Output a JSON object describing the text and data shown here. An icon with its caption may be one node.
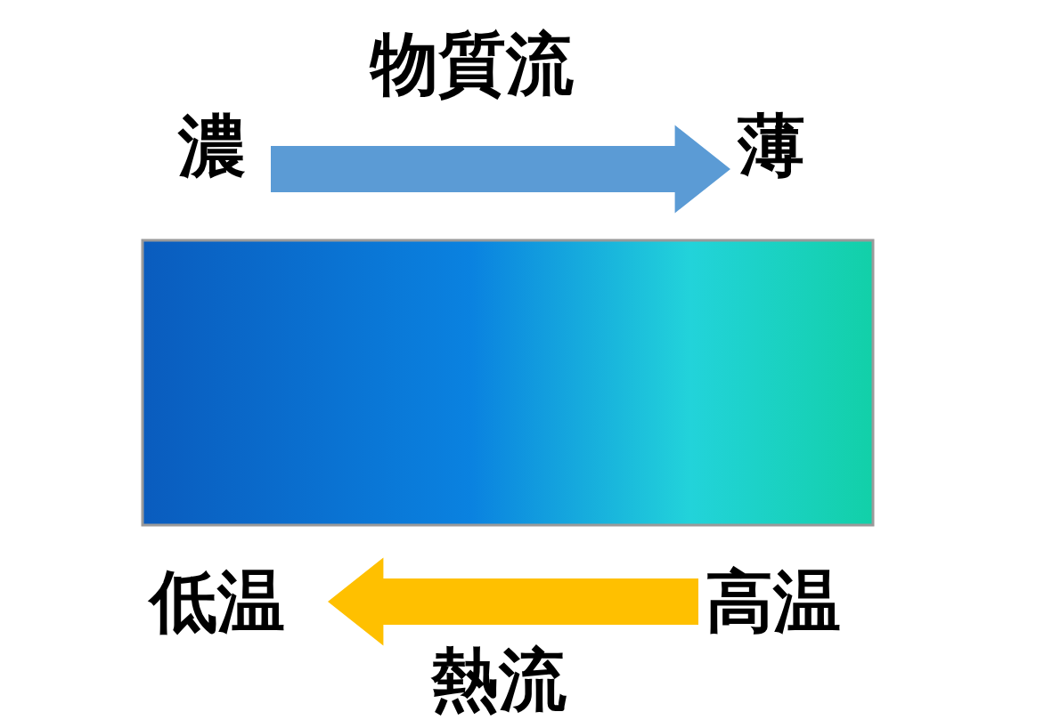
{
  "diagram": {
    "nodes": [
      {
        "text": [
          "濃"
        ]
      },
      {
        "text": [
          "薄"
        ]
      },
      {
        "text": [],
        "shape": "box"
      },
      {
        "text": [
          "低温"
        ]
      },
      {
        "text": [
          "高温"
        ]
      }
    ],
    "edges": [
      {
        "from": 0,
        "to": 1,
        "arrow": "to",
        "label": "物質流",
        "style": "thick",
        "color": "#5b9bd5"
      },
      {
        "from": 4,
        "to": 3,
        "arrow": "to",
        "label": "熱流",
        "style": "thick",
        "color": "#ffc000"
      }
    ]
  }
}
